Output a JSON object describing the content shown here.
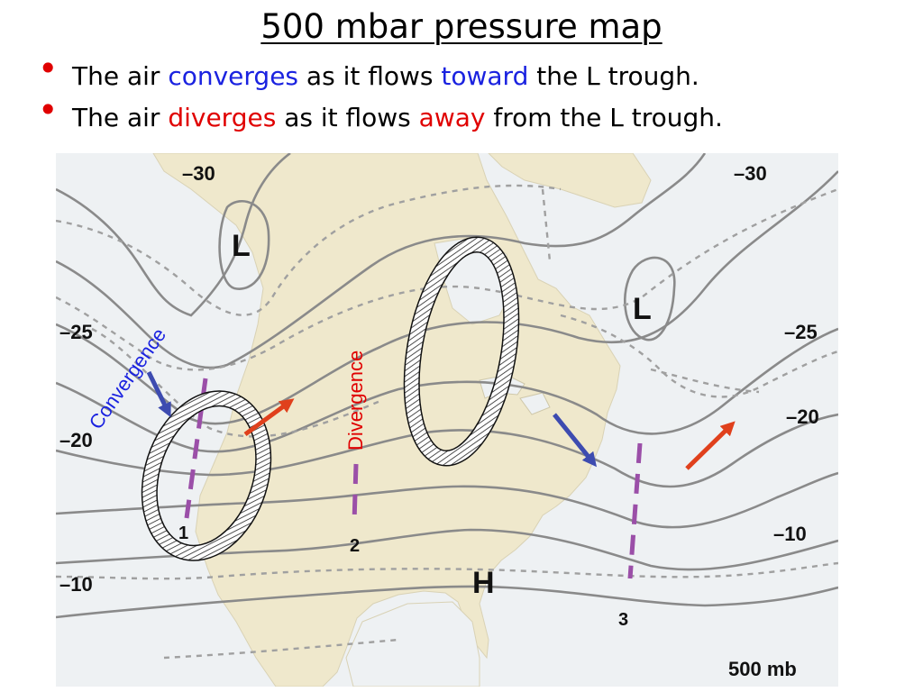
{
  "title": "500 mbar pressure map",
  "bullets": [
    {
      "p1": "The air ",
      "hl": "converges",
      "p2": " as it flows ",
      "hl2": "toward",
      "p3": " the L trough.",
      "color": "#1a22e0"
    },
    {
      "p1": "The air ",
      "hl": "diverges",
      "p2": " as it flows ",
      "hl2": "away",
      "p3": " from the L trough.",
      "color": "#e00000"
    }
  ],
  "map": {
    "contour_labels": {
      "left": [
        "–25",
        "–20",
        "–10"
      ],
      "top": [
        "–30",
        "–30"
      ],
      "right": [
        "–25",
        "–20",
        "–10"
      ]
    },
    "pressure_centers": {
      "low_west": "L",
      "low_east": "L",
      "high": "H"
    },
    "annotations": {
      "convergence": "Convergence",
      "divergence": "Divergence"
    },
    "trough_labels": [
      "1",
      "2",
      "3"
    ],
    "caption": "500 mb",
    "colors": {
      "land": "#efe8cc",
      "water": "#eef1f3",
      "contour": "#8a8a8a",
      "trough": "#9b4fa8",
      "convergence": "#3d4bb0",
      "divergence": "#e0401c"
    }
  }
}
